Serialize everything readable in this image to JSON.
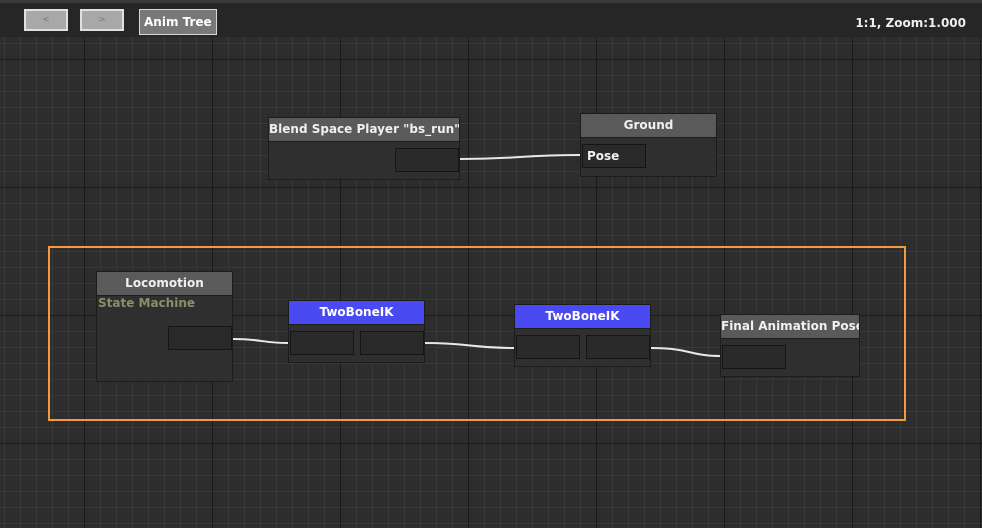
{
  "toolbar": {
    "back_glyph": "<",
    "forward_glyph": ">",
    "tab_label": "Anim Tree",
    "zoom_text": "1:1, Zoom:1.000"
  },
  "nodes": {
    "blend_space": {
      "title": "Blend Space Player \"bs_run\""
    },
    "ground": {
      "title": "Ground",
      "input_pin": "Pose"
    },
    "locomotion": {
      "title": "Locomotion",
      "subtitle": "State Machine"
    },
    "two_bone_ik_1": {
      "title": "TwoBoneIK"
    },
    "two_bone_ik_2": {
      "title": "TwoBoneIK"
    },
    "final_pose": {
      "title": "Final Animation Pose"
    }
  },
  "colors": {
    "ik_header": "#4a4af2",
    "selection": "#f29a3c",
    "wire": "#e8e8e8"
  }
}
